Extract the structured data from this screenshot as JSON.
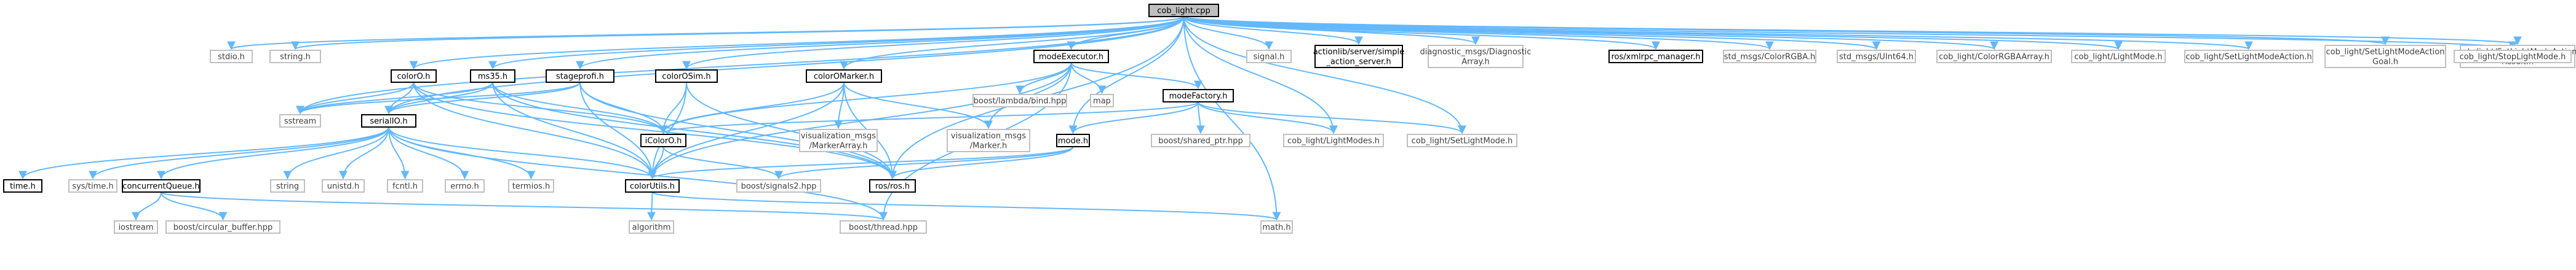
{
  "colors": {
    "edge": "#63b8ff",
    "file_border": "#000000",
    "external_border": "#c0c0c0",
    "root_fill": "#bfbfbf",
    "node_fill": "#ffffff",
    "external_text": "#404040",
    "file_text": "#000000"
  },
  "nodes": [
    {
      "id": "root",
      "label": [
        "cob_light.cpp"
      ],
      "kind": "root"
    },
    {
      "id": "stdio",
      "label": [
        "stdio.h"
      ],
      "kind": "external"
    },
    {
      "id": "string_h",
      "label": [
        "string.h"
      ],
      "kind": "external"
    },
    {
      "id": "colorO",
      "label": [
        "colorO.h"
      ],
      "kind": "file"
    },
    {
      "id": "ms35",
      "label": [
        "ms35.h"
      ],
      "kind": "file"
    },
    {
      "id": "stageprofi",
      "label": [
        "stageprofi.h"
      ],
      "kind": "file"
    },
    {
      "id": "colorOSim",
      "label": [
        "colorOSim.h"
      ],
      "kind": "file"
    },
    {
      "id": "colorOMarker",
      "label": [
        "colorOMarker.h"
      ],
      "kind": "file"
    },
    {
      "id": "modeExecutor",
      "label": [
        "modeExecutor.h"
      ],
      "kind": "file"
    },
    {
      "id": "signal",
      "label": [
        "signal.h"
      ],
      "kind": "external"
    },
    {
      "id": "actionlib",
      "label": [
        "actionlib/server/simple",
        "_action_server.h"
      ],
      "kind": "file"
    },
    {
      "id": "diag",
      "label": [
        "diagnostic_msgs/Diagnostic",
        "Array.h"
      ],
      "kind": "external"
    },
    {
      "id": "xmlrpc",
      "label": [
        "ros/xmlrpc_manager.h"
      ],
      "kind": "file"
    },
    {
      "id": "colorRGBA",
      "label": [
        "std_msgs/ColorRGBA.h"
      ],
      "kind": "external"
    },
    {
      "id": "uint64",
      "label": [
        "std_msgs/UInt64.h"
      ],
      "kind": "external"
    },
    {
      "id": "lcRGBAArr",
      "label": [
        "cob_light/ColorRGBAArray.h"
      ],
      "kind": "external"
    },
    {
      "id": "lightMode",
      "label": [
        "cob_light/LightMode.h"
      ],
      "kind": "external"
    },
    {
      "id": "setLMAction",
      "label": [
        "cob_light/SetLightModeAction.h"
      ],
      "kind": "external"
    },
    {
      "id": "setLMGoal",
      "label": [
        "cob_light/SetLightModeAction",
        "Goal.h"
      ],
      "kind": "external"
    },
    {
      "id": "setLMResult",
      "label": [
        "cob_light/SetLightModeAction",
        "Result.h"
      ],
      "kind": "external"
    },
    {
      "id": "stopLM",
      "label": [
        "cob_light/StopLightMode.h"
      ],
      "kind": "external"
    },
    {
      "id": "lambda",
      "label": [
        "boost/lambda/bind.hpp"
      ],
      "kind": "external"
    },
    {
      "id": "map",
      "label": [
        "map"
      ],
      "kind": "external"
    },
    {
      "id": "modeFactory",
      "label": [
        "modeFactory.h"
      ],
      "kind": "file"
    },
    {
      "id": "sstream",
      "label": [
        "sstream"
      ],
      "kind": "external"
    },
    {
      "id": "serialIO",
      "label": [
        "serialIO.h"
      ],
      "kind": "file"
    },
    {
      "id": "iColorO",
      "label": [
        "iColorO.h"
      ],
      "kind": "file"
    },
    {
      "id": "vizMarkerArr",
      "label": [
        "visualization_msgs",
        "/MarkerArray.h"
      ],
      "kind": "external"
    },
    {
      "id": "vizMarker",
      "label": [
        "visualization_msgs",
        "/Marker.h"
      ],
      "kind": "external"
    },
    {
      "id": "sharedPtr",
      "label": [
        "boost/shared_ptr.hpp"
      ],
      "kind": "external"
    },
    {
      "id": "lightModes",
      "label": [
        "cob_light/LightModes.h"
      ],
      "kind": "external"
    },
    {
      "id": "setLightMode",
      "label": [
        "cob_light/SetLightMode.h"
      ],
      "kind": "external"
    },
    {
      "id": "mode",
      "label": [
        "mode.h"
      ],
      "kind": "file"
    },
    {
      "id": "time",
      "label": [
        "time.h"
      ],
      "kind": "file"
    },
    {
      "id": "systime",
      "label": [
        "sys/time.h"
      ],
      "kind": "external"
    },
    {
      "id": "concQueue",
      "label": [
        "concurrentQueue.h"
      ],
      "kind": "file"
    },
    {
      "id": "string",
      "label": [
        "string"
      ],
      "kind": "external"
    },
    {
      "id": "unistd",
      "label": [
        "unistd.h"
      ],
      "kind": "external"
    },
    {
      "id": "fcntl",
      "label": [
        "fcntl.h"
      ],
      "kind": "external"
    },
    {
      "id": "errno",
      "label": [
        "errno.h"
      ],
      "kind": "external"
    },
    {
      "id": "termios",
      "label": [
        "termios.h"
      ],
      "kind": "external"
    },
    {
      "id": "colorUtils",
      "label": [
        "colorUtils.h"
      ],
      "kind": "file"
    },
    {
      "id": "signals2",
      "label": [
        "boost/signals2.hpp"
      ],
      "kind": "external"
    },
    {
      "id": "rosros",
      "label": [
        "ros/ros.h"
      ],
      "kind": "file"
    },
    {
      "id": "iostream",
      "label": [
        "iostream"
      ],
      "kind": "external"
    },
    {
      "id": "circBuf",
      "label": [
        "boost/circular_buffer.hpp"
      ],
      "kind": "external"
    },
    {
      "id": "algorithm",
      "label": [
        "algorithm"
      ],
      "kind": "external"
    },
    {
      "id": "thread",
      "label": [
        "boost/thread.hpp"
      ],
      "kind": "external"
    },
    {
      "id": "math",
      "label": [
        "math.h"
      ],
      "kind": "external"
    }
  ],
  "edges": [
    [
      "root",
      "stdio"
    ],
    [
      "root",
      "string_h"
    ],
    [
      "root",
      "colorO"
    ],
    [
      "root",
      "ms35"
    ],
    [
      "root",
      "stageprofi"
    ],
    [
      "root",
      "colorOSim"
    ],
    [
      "root",
      "colorOMarker"
    ],
    [
      "root",
      "modeExecutor"
    ],
    [
      "root",
      "signal"
    ],
    [
      "root",
      "actionlib"
    ],
    [
      "root",
      "diag"
    ],
    [
      "root",
      "xmlrpc"
    ],
    [
      "root",
      "colorRGBA"
    ],
    [
      "root",
      "uint64"
    ],
    [
      "root",
      "lcRGBAArr"
    ],
    [
      "root",
      "lightMode"
    ],
    [
      "root",
      "setLMAction"
    ],
    [
      "root",
      "setLMGoal"
    ],
    [
      "root",
      "setLMResult"
    ],
    [
      "root",
      "stopLM"
    ],
    [
      "root",
      "sstream"
    ],
    [
      "root",
      "serialIO"
    ],
    [
      "root",
      "mode"
    ],
    [
      "root",
      "rosros"
    ],
    [
      "root",
      "lightModes"
    ],
    [
      "root",
      "setLightMode"
    ],
    [
      "root",
      "math"
    ],
    [
      "colorO",
      "sstream"
    ],
    [
      "colorO",
      "serialIO"
    ],
    [
      "colorO",
      "iColorO"
    ],
    [
      "colorO",
      "colorUtils"
    ],
    [
      "colorO",
      "rosros"
    ],
    [
      "ms35",
      "sstream"
    ],
    [
      "ms35",
      "serialIO"
    ],
    [
      "ms35",
      "iColorO"
    ],
    [
      "ms35",
      "colorUtils"
    ],
    [
      "ms35",
      "rosros"
    ],
    [
      "stageprofi",
      "sstream"
    ],
    [
      "stageprofi",
      "serialIO"
    ],
    [
      "stageprofi",
      "iColorO"
    ],
    [
      "stageprofi",
      "colorUtils"
    ],
    [
      "stageprofi",
      "rosros"
    ],
    [
      "colorOSim",
      "iColorO"
    ],
    [
      "colorOSim",
      "colorUtils"
    ],
    [
      "colorOSim",
      "rosros"
    ],
    [
      "colorOMarker",
      "iColorO"
    ],
    [
      "colorOMarker",
      "colorUtils"
    ],
    [
      "colorOMarker",
      "vizMarkerArr"
    ],
    [
      "colorOMarker",
      "vizMarker"
    ],
    [
      "colorOMarker",
      "rosros"
    ],
    [
      "modeExecutor",
      "lambda"
    ],
    [
      "modeExecutor",
      "map"
    ],
    [
      "modeExecutor",
      "modeFactory"
    ],
    [
      "modeExecutor",
      "iColorO"
    ],
    [
      "modeExecutor",
      "colorUtils"
    ],
    [
      "modeExecutor",
      "thread"
    ],
    [
      "modeExecutor",
      "vizMarker"
    ],
    [
      "modeFactory",
      "sharedPtr"
    ],
    [
      "modeFactory",
      "lightModes"
    ],
    [
      "modeFactory",
      "setLightMode"
    ],
    [
      "modeFactory",
      "iColorO"
    ],
    [
      "modeFactory",
      "mode"
    ],
    [
      "serialIO",
      "time"
    ],
    [
      "serialIO",
      "systime"
    ],
    [
      "serialIO",
      "concQueue"
    ],
    [
      "serialIO",
      "string"
    ],
    [
      "serialIO",
      "unistd"
    ],
    [
      "serialIO",
      "fcntl"
    ],
    [
      "serialIO",
      "errno"
    ],
    [
      "serialIO",
      "termios"
    ],
    [
      "serialIO",
      "colorUtils"
    ],
    [
      "serialIO",
      "thread"
    ],
    [
      "iColorO",
      "colorUtils"
    ],
    [
      "iColorO",
      "signals2"
    ],
    [
      "mode",
      "colorUtils"
    ],
    [
      "mode",
      "rosros"
    ],
    [
      "mode",
      "signals2"
    ],
    [
      "concQueue",
      "iostream"
    ],
    [
      "concQueue",
      "circBuf"
    ],
    [
      "concQueue",
      "thread"
    ],
    [
      "colorUtils",
      "algorithm"
    ],
    [
      "colorUtils",
      "math"
    ]
  ]
}
